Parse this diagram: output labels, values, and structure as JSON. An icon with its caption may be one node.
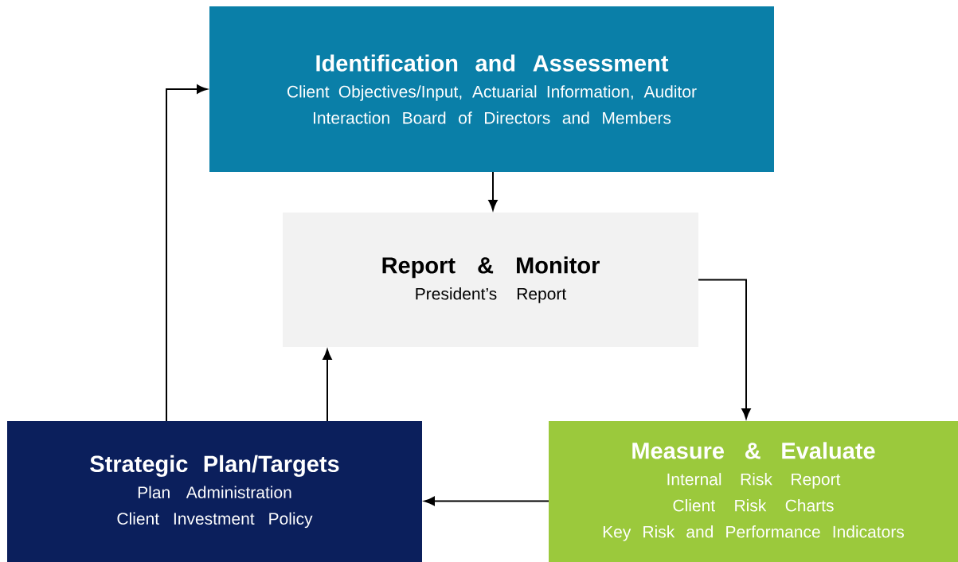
{
  "diagram": {
    "nodes": [
      {
        "text": [
          "Identification and Assessment",
          "Client Objectives/Input, Actuarial Information, Auditor Interaction Board of Directors and Members"
        ]
      },
      {
        "text": [
          "Report & Monitor",
          "President’s Report"
        ]
      },
      {
        "text": [
          "Strategic Plan/Targets",
          "Plan Administration Client Investment Policy"
        ]
      },
      {
        "text": [
          "Measure & Evaluate",
          "Internal Risk Report",
          "Client Risk Charts",
          "Key Risk and Performance Indicators"
        ]
      }
    ],
    "edges": [
      {
        "from": 0,
        "to": 1,
        "arrow": "to"
      },
      {
        "from": 1,
        "to": 3,
        "arrow": "to"
      },
      {
        "from": 3,
        "to": 2,
        "arrow": "to"
      },
      {
        "from": 2,
        "to": 1,
        "arrow": "to"
      },
      {
        "from": 2,
        "to": 0,
        "arrow": "to"
      }
    ]
  }
}
